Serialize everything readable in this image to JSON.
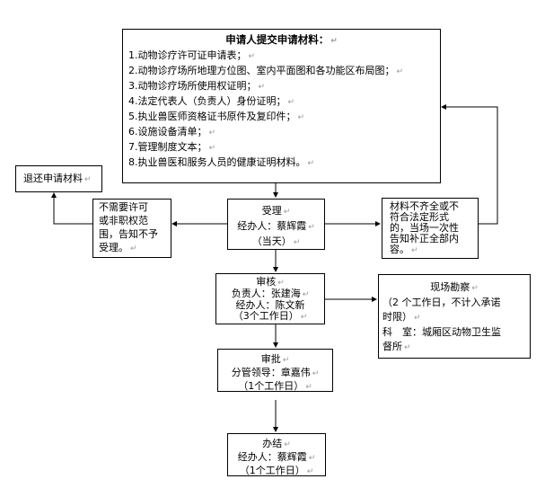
{
  "submit_box": {
    "title": "申请人提交申请材料：",
    "items": [
      "1.动物诊疗许可证申请表；",
      "2.动物诊疗场所地理方位图、室内平面图和各功能区布局图；",
      "3.动物诊疗场所使用权证明；",
      "4.法定代表人（负责人）身份证明；",
      "5.执业兽医师资格证书原件及复印件；",
      "6.设施设备清单；",
      "7.管理制度文本；",
      "8.执业兽医和服务人员的健康证明材料。"
    ]
  },
  "return_box": {
    "text": "退还申请材料"
  },
  "reject_box": {
    "lines": [
      "不需要许可",
      "或非职权范",
      "围，告知不予",
      "受理。"
    ]
  },
  "accept_box": {
    "title": "受理",
    "handler": "经办人：蔡辉霞",
    "time": "（当天）"
  },
  "incomplete_box": {
    "lines": [
      "材料不齐全或不",
      "符合法定形式",
      "的，当场一次性",
      "告知补正全部内",
      "容。"
    ]
  },
  "review_box": {
    "title": "审核",
    "responsible": "负责人：张建海",
    "handler": "经办人：陈文新",
    "time": "（3个工作日）"
  },
  "inspection_box": {
    "title": "现场勘察",
    "line1": "（2 个工作日，不计入承诺",
    "line2": "时限）",
    "line3": "科　室：城厢区动物卫生监",
    "line4": "督所"
  },
  "approve_box": {
    "title": "审批",
    "leader": "分管领导：章嘉伟",
    "time": "（1个工作日）"
  },
  "complete_box": {
    "title": "办结",
    "handler": "经办人：蔡辉霞",
    "time": "（1个工作日）"
  },
  "return_mark": "↵"
}
